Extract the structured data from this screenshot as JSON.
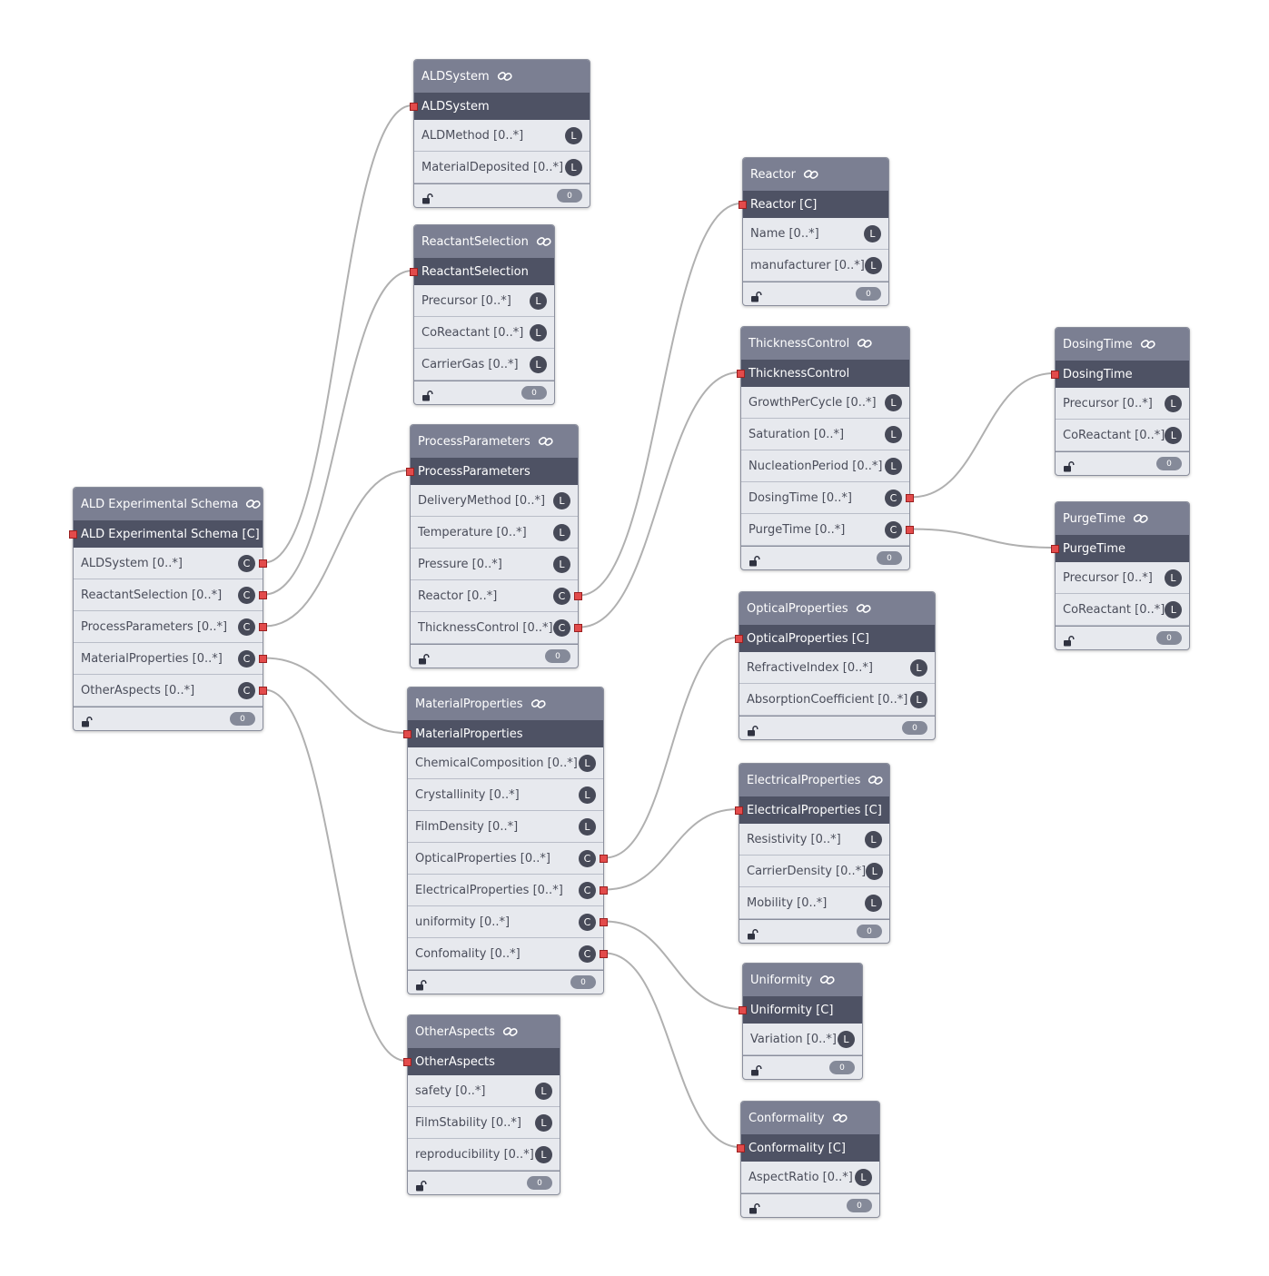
{
  "colors": {
    "header": "#7b7f92",
    "subheader": "#4e5264",
    "body": "#e7e9ee",
    "port": "#e24b4b",
    "edge": "#b0b0b0"
  },
  "nodes": [
    {
      "id": "ald",
      "title": "ALD Experimental Schema",
      "subtitle": "ALD Experimental Schema [C]",
      "count": "0",
      "rows": [
        {
          "label": "ALDSystem [0..*]",
          "type": "C"
        },
        {
          "label": "ReactantSelection [0..*]",
          "type": "C"
        },
        {
          "label": "ProcessParameters [0..*]",
          "type": "C"
        },
        {
          "label": "MaterialProperties [0..*]",
          "type": "C"
        },
        {
          "label": "OtherAspects [0..*]",
          "type": "C"
        }
      ]
    },
    {
      "id": "aldsystem",
      "title": "ALDSystem",
      "subtitle": "ALDSystem",
      "count": "0",
      "rows": [
        {
          "label": "ALDMethod [0..*]",
          "type": "L"
        },
        {
          "label": "MaterialDeposited [0..*]",
          "type": "L"
        }
      ]
    },
    {
      "id": "reactant",
      "title": "ReactantSelection",
      "subtitle": "ReactantSelection",
      "count": "0",
      "rows": [
        {
          "label": "Precursor [0..*]",
          "type": "L"
        },
        {
          "label": "CoReactant [0..*]",
          "type": "L"
        },
        {
          "label": "CarrierGas [0..*]",
          "type": "L"
        }
      ]
    },
    {
      "id": "process",
      "title": "ProcessParameters",
      "subtitle": "ProcessParameters",
      "count": "0",
      "rows": [
        {
          "label": "DeliveryMethod [0..*]",
          "type": "L"
        },
        {
          "label": "Temperature [0..*]",
          "type": "L"
        },
        {
          "label": "Pressure [0..*]",
          "type": "L"
        },
        {
          "label": "Reactor [0..*]",
          "type": "C"
        },
        {
          "label": "ThicknessControl [0..*]",
          "type": "C"
        }
      ]
    },
    {
      "id": "material",
      "title": "MaterialProperties",
      "subtitle": "MaterialProperties",
      "count": "0",
      "rows": [
        {
          "label": "ChemicalComposition [0..*]",
          "type": "L"
        },
        {
          "label": "Crystallinity [0..*]",
          "type": "L"
        },
        {
          "label": "FilmDensity [0..*]",
          "type": "L"
        },
        {
          "label": "OpticalProperties [0..*]",
          "type": "C"
        },
        {
          "label": "ElectricalProperties [0..*]",
          "type": "C"
        },
        {
          "label": "uniformity [0..*]",
          "type": "C"
        },
        {
          "label": "Confomality [0..*]",
          "type": "C"
        }
      ]
    },
    {
      "id": "other",
      "title": "OtherAspects",
      "subtitle": "OtherAspects",
      "count": "0",
      "rows": [
        {
          "label": "safety [0..*]",
          "type": "L"
        },
        {
          "label": "FilmStability [0..*]",
          "type": "L"
        },
        {
          "label": "reproducibility [0..*]",
          "type": "L"
        }
      ]
    },
    {
      "id": "reactor",
      "title": "Reactor",
      "subtitle": "Reactor [C]",
      "count": "0",
      "rows": [
        {
          "label": "Name [0..*]",
          "type": "L"
        },
        {
          "label": "manufacturer [0..*]",
          "type": "L"
        }
      ]
    },
    {
      "id": "thickness",
      "title": "ThicknessControl",
      "subtitle": "ThicknessControl",
      "count": "0",
      "rows": [
        {
          "label": "GrowthPerCycle [0..*]",
          "type": "L"
        },
        {
          "label": "Saturation [0..*]",
          "type": "L"
        },
        {
          "label": "NucleationPeriod [0..*]",
          "type": "L"
        },
        {
          "label": "DosingTime [0..*]",
          "type": "C"
        },
        {
          "label": "PurgeTime [0..*]",
          "type": "C"
        }
      ]
    },
    {
      "id": "dosing",
      "title": "DosingTime",
      "subtitle": "DosingTime",
      "count": "0",
      "rows": [
        {
          "label": "Precursor [0..*]",
          "type": "L"
        },
        {
          "label": "CoReactant [0..*]",
          "type": "L"
        }
      ]
    },
    {
      "id": "purge",
      "title": "PurgeTime",
      "subtitle": "PurgeTime",
      "count": "0",
      "rows": [
        {
          "label": "Precursor [0..*]",
          "type": "L"
        },
        {
          "label": "CoReactant [0..*]",
          "type": "L"
        }
      ]
    },
    {
      "id": "optical",
      "title": "OpticalProperties",
      "subtitle": "OpticalProperties [C]",
      "count": "0",
      "rows": [
        {
          "label": "RefractiveIndex [0..*]",
          "type": "L"
        },
        {
          "label": "AbsorptionCoefficient [0..*]",
          "type": "L"
        }
      ]
    },
    {
      "id": "electrical",
      "title": "ElectricalProperties",
      "subtitle": "ElectricalProperties [C]",
      "count": "0",
      "rows": [
        {
          "label": "Resistivity [0..*]",
          "type": "L"
        },
        {
          "label": "CarrierDensity [0..*]",
          "type": "L"
        },
        {
          "label": "Mobility [0..*]",
          "type": "L"
        }
      ]
    },
    {
      "id": "uniformity",
      "title": "Uniformity",
      "subtitle": "Uniformity [C]",
      "count": "0",
      "rows": [
        {
          "label": "Variation [0..*]",
          "type": "L"
        }
      ]
    },
    {
      "id": "conformality",
      "title": "Conformality",
      "subtitle": "Conformality [C]",
      "count": "0",
      "rows": [
        {
          "label": "AspectRatio [0..*]",
          "type": "L"
        }
      ]
    }
  ],
  "edges": [
    {
      "from": "ald",
      "row": 0,
      "to": "aldsystem"
    },
    {
      "from": "ald",
      "row": 1,
      "to": "reactant"
    },
    {
      "from": "ald",
      "row": 2,
      "to": "process"
    },
    {
      "from": "ald",
      "row": 3,
      "to": "material"
    },
    {
      "from": "ald",
      "row": 4,
      "to": "other"
    },
    {
      "from": "process",
      "row": 3,
      "to": "reactor"
    },
    {
      "from": "process",
      "row": 4,
      "to": "thickness"
    },
    {
      "from": "thickness",
      "row": 3,
      "to": "dosing"
    },
    {
      "from": "thickness",
      "row": 4,
      "to": "purge"
    },
    {
      "from": "material",
      "row": 3,
      "to": "optical"
    },
    {
      "from": "material",
      "row": 4,
      "to": "electrical"
    },
    {
      "from": "material",
      "row": 5,
      "to": "uniformity"
    },
    {
      "from": "material",
      "row": 6,
      "to": "conformality"
    }
  ]
}
